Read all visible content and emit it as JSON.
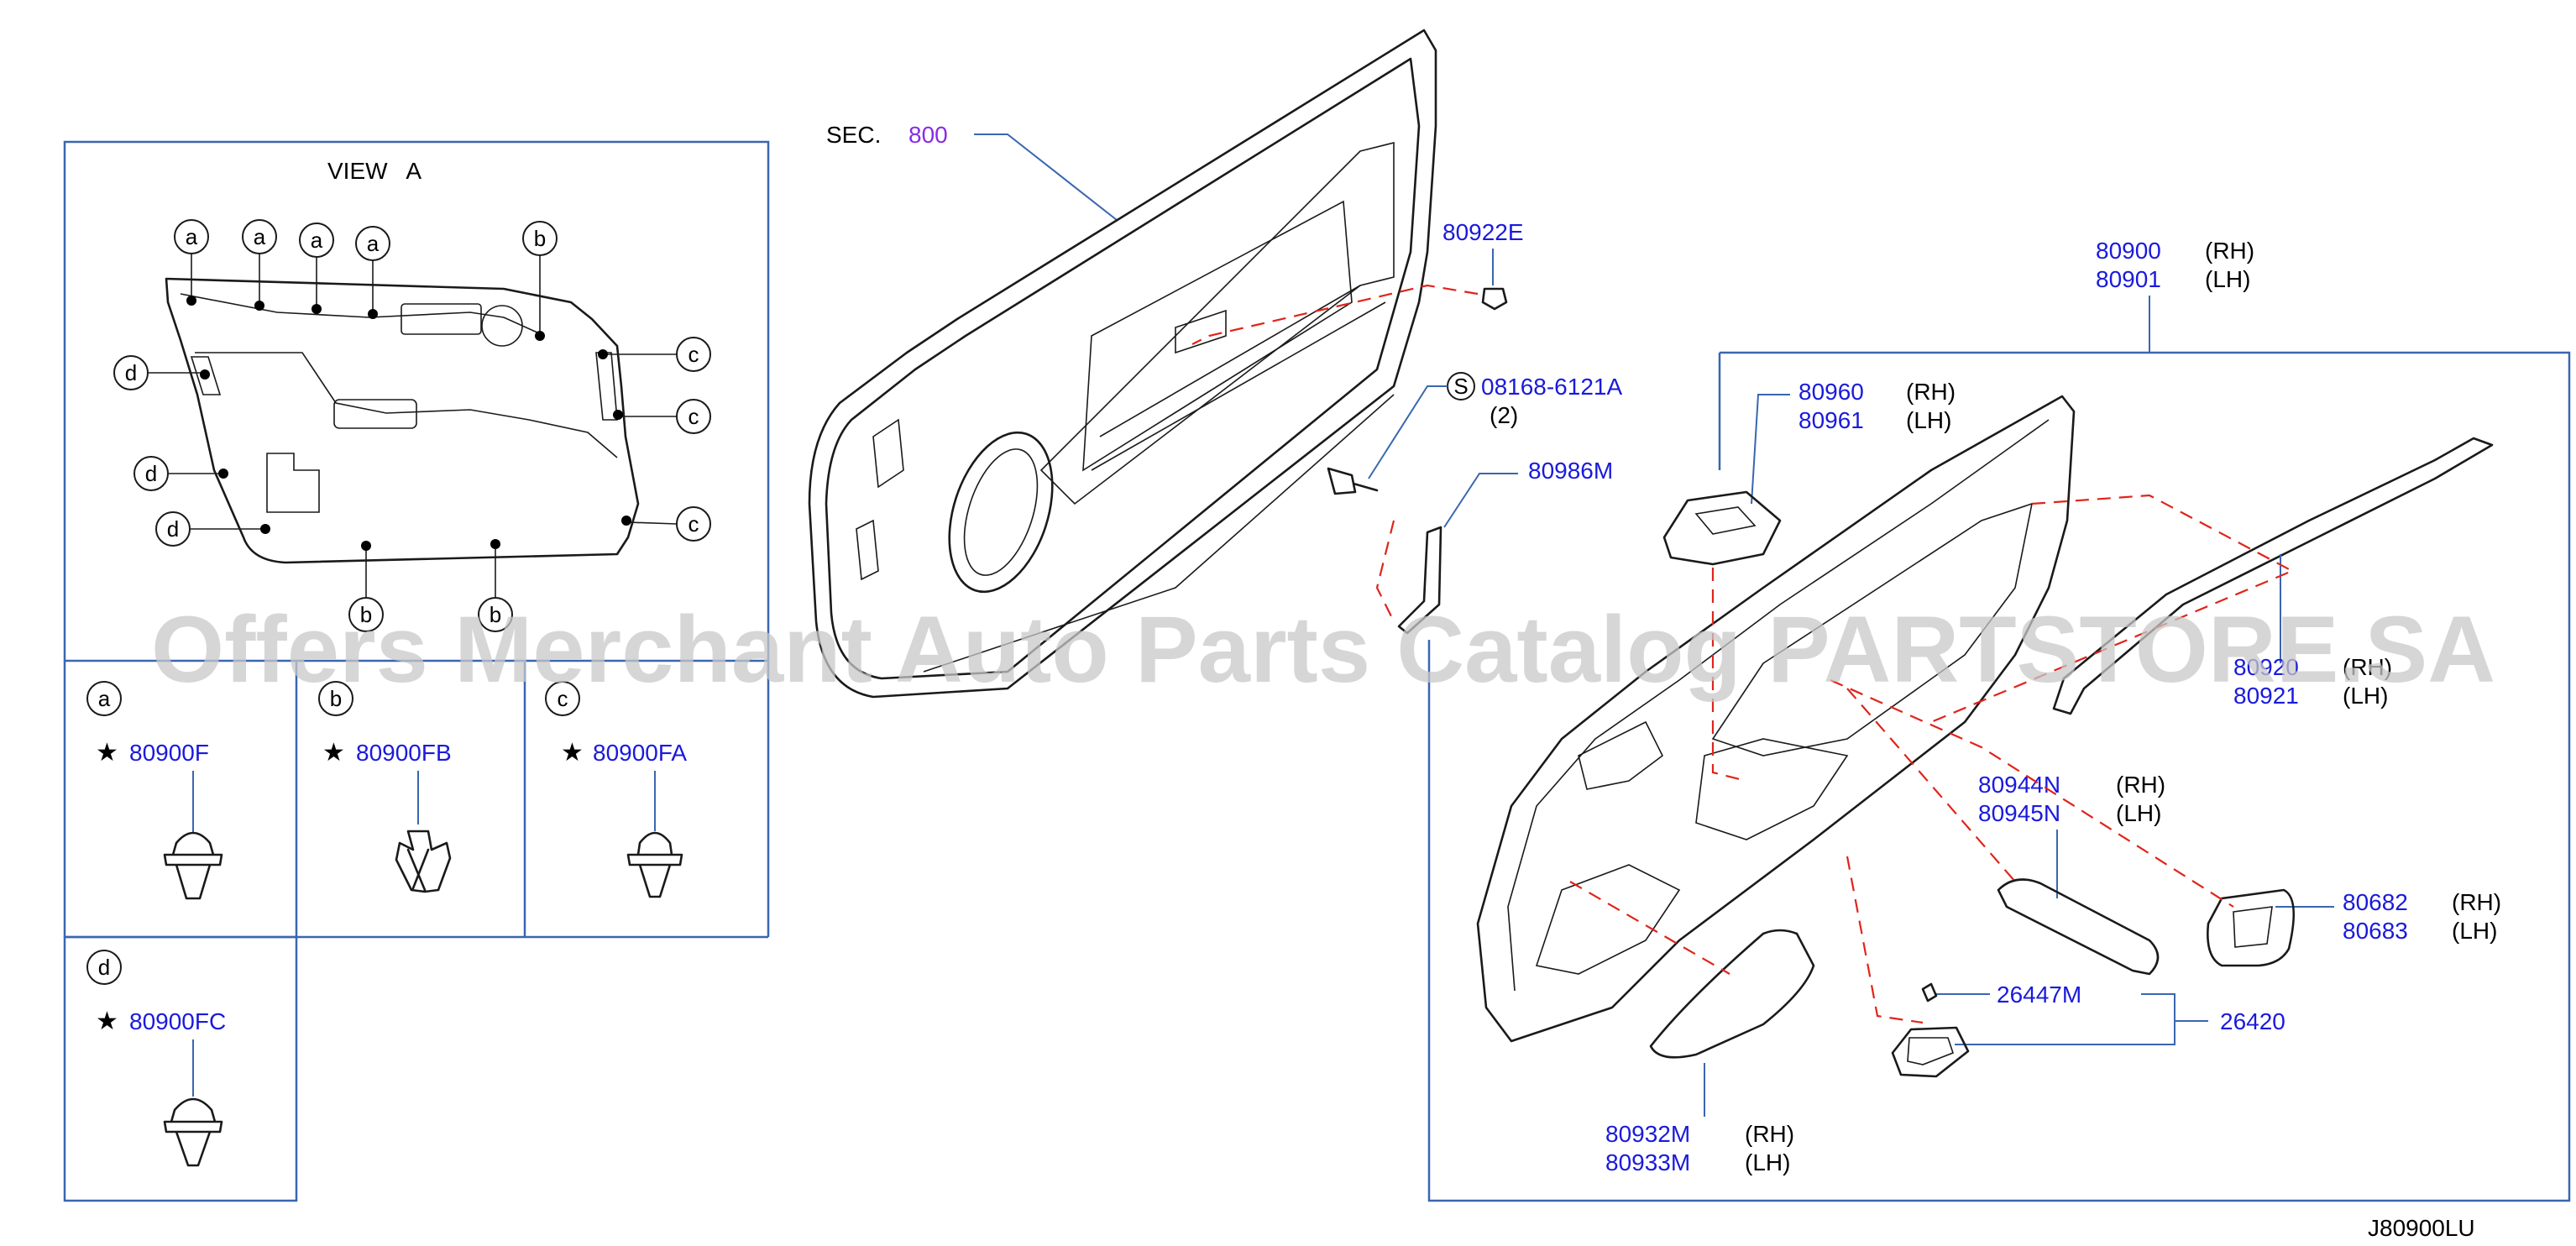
{
  "diagram_code": "J80900LU",
  "watermark": "Offers Merchant Auto Parts Catalog PARTSTORE.SA",
  "view": {
    "title": "VIEW   A"
  },
  "clip_letters": {
    "a": "a",
    "b": "b",
    "c": "c",
    "d": "d"
  },
  "clips": {
    "a": {
      "letter": "a",
      "star": "★",
      "part": "80900F"
    },
    "b": {
      "letter": "b",
      "star": "★",
      "part": "80900FB"
    },
    "c": {
      "letter": "c",
      "star": "★",
      "part": "80900FA"
    },
    "d": {
      "letter": "d",
      "star": "★",
      "part": "80900FC"
    }
  },
  "sec": {
    "label": "SEC.",
    "number": "800"
  },
  "parts": {
    "p80922E": "80922E",
    "screw": {
      "symbol": "S",
      "number": "08168-6121A",
      "qty": "(2)"
    },
    "p80986M": "80986M",
    "trim": {
      "rh": "80900",
      "lh": "80901",
      "rh_tag": "(RH)",
      "lh_tag": "(LH)"
    },
    "switch": {
      "rh": "80960",
      "lh": "80961",
      "rh_tag": "(RH)",
      "lh_tag": "(LH)"
    },
    "finisher": {
      "rh": "80920",
      "lh": "80921",
      "rh_tag": "(RH)",
      "lh_tag": "(LH)"
    },
    "pull": {
      "rh": "80944N",
      "lh": "80945N",
      "rh_tag": "(RH)",
      "lh_tag": "(LH)"
    },
    "escutcheon": {
      "rh": "80682",
      "lh": "80683",
      "rh_tag": "(RH)",
      "lh_tag": "(LH)"
    },
    "bulb": "26447M",
    "lamp": "26420",
    "pocket": {
      "rh": "80932M",
      "lh": "80933M",
      "rh_tag": "(RH)",
      "lh_tag": "(LH)"
    }
  }
}
